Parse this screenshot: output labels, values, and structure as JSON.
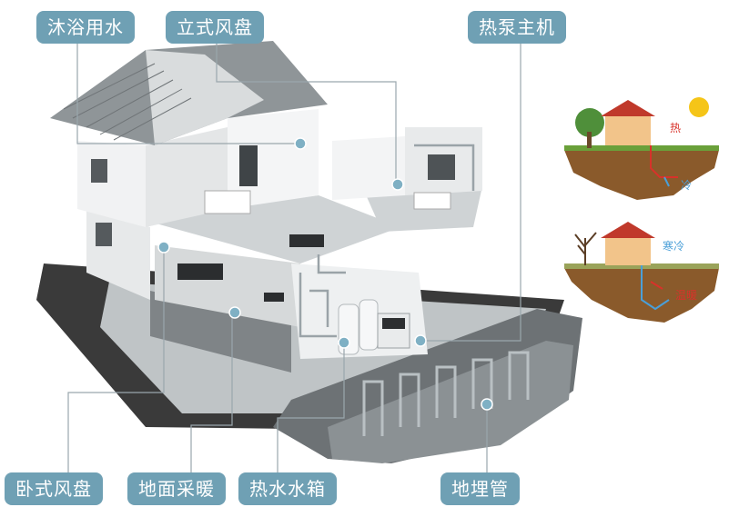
{
  "labels": {
    "bath_water": "沐浴用水",
    "vertical_fan_coil": "立式风盘",
    "heat_pump_unit": "热泵主机",
    "horizontal_fan_coil": "卧式风盘",
    "floor_heating": "地面采暖",
    "hot_water_tank": "热水水箱",
    "ground_pipe": "地埋管"
  },
  "inset_summer": {
    "heat": "热",
    "cold": "冷"
  },
  "inset_winter": {
    "cold": "寒冷",
    "warm": "温暖"
  },
  "colors": {
    "label_bg": "#6fa0b4",
    "label_text": "#ffffff",
    "leader_line": "#9aa7ad",
    "heat_red": "#d8322a",
    "cold_blue": "#4a9fd8",
    "soil_brown": "#8a5a2b"
  }
}
